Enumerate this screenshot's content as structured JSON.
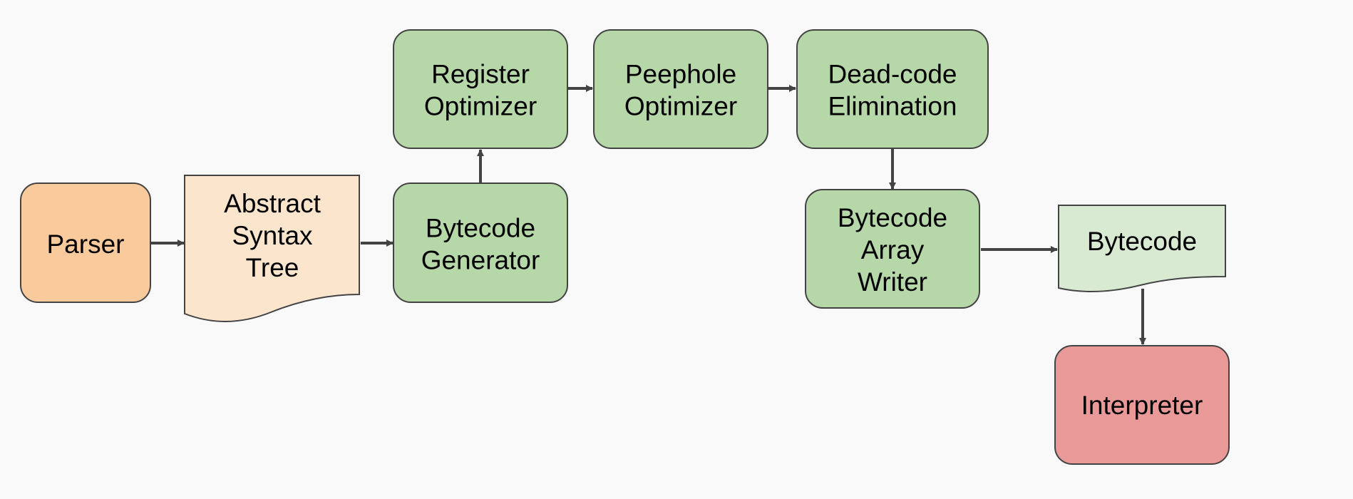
{
  "diagram": {
    "nodes": {
      "parser": {
        "lines": [
          "Parser"
        ],
        "fill": "#f9cb9c"
      },
      "ast": {
        "lines": [
          "Abstract",
          "Syntax",
          "Tree"
        ],
        "fill": "#fce5cd"
      },
      "bytecode_generator": {
        "lines": [
          "Bytecode",
          "Generator"
        ],
        "fill": "#b6d7a8"
      },
      "register_optimizer": {
        "lines": [
          "Register",
          "Optimizer"
        ],
        "fill": "#b6d7a8"
      },
      "peephole_optimizer": {
        "lines": [
          "Peephole",
          "Optimizer"
        ],
        "fill": "#b6d7a8"
      },
      "dead_code_elimination": {
        "lines": [
          "Dead-code",
          "Elimination"
        ],
        "fill": "#b6d7a8"
      },
      "bytecode_array_writer": {
        "lines": [
          "Bytecode",
          "Array",
          "Writer"
        ],
        "fill": "#b6d7a8"
      },
      "bytecode": {
        "lines": [
          "Bytecode"
        ],
        "fill": "#d9ead3"
      },
      "interpreter": {
        "lines": [
          "Interpreter"
        ],
        "fill": "#ea9999"
      }
    },
    "edges": [
      {
        "from": "parser",
        "to": "ast"
      },
      {
        "from": "ast",
        "to": "bytecode_generator"
      },
      {
        "from": "bytecode_generator",
        "to": "register_optimizer"
      },
      {
        "from": "register_optimizer",
        "to": "peephole_optimizer"
      },
      {
        "from": "peephole_optimizer",
        "to": "dead_code_elimination"
      },
      {
        "from": "dead_code_elimination",
        "to": "bytecode_array_writer"
      },
      {
        "from": "bytecode_array_writer",
        "to": "bytecode"
      },
      {
        "from": "bytecode",
        "to": "interpreter"
      }
    ],
    "colors": {
      "stroke": "#434343",
      "arrow": "#434343",
      "background": "#f9f9f9"
    }
  }
}
